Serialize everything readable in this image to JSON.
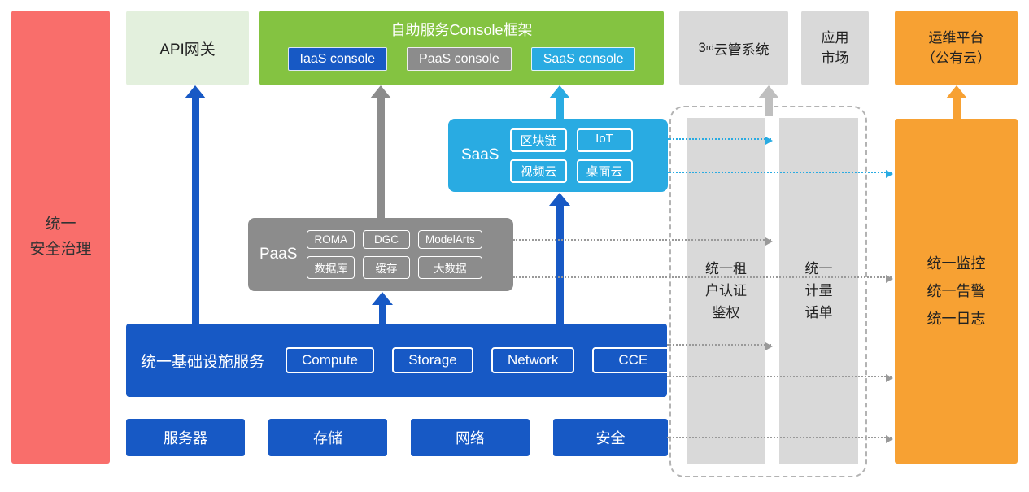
{
  "colors": {
    "blue": "#1759C5",
    "cyan": "#29ABE2",
    "green": "#84C341",
    "light_green": "#E3F0DD",
    "gray": "#8C8C8C",
    "light_gray": "#D9D9D9",
    "orange": "#F7A133",
    "red": "#F96E6B"
  },
  "security_bar": {
    "label": "统一\n安全治理"
  },
  "top_row": {
    "api_gateway": {
      "label": "API网关"
    },
    "console": {
      "title": "自助服务Console框架",
      "items": [
        {
          "label": "IaaS console"
        },
        {
          "label": "PaaS console"
        },
        {
          "label": "SaaS console"
        }
      ]
    },
    "third_party_cms": {
      "prefix": "3",
      "sup": "rd",
      "rest": "云管系统"
    },
    "app_market": {
      "label": "应用\n市场"
    },
    "om_platform": {
      "label": "运维平台\n（公有云）"
    }
  },
  "layers": {
    "saas": {
      "label": "SaaS",
      "chips": [
        "区块链",
        "IoT",
        "视频云",
        "桌面云"
      ]
    },
    "paas": {
      "label": "PaaS",
      "chips": [
        "ROMA",
        "DGC",
        "ModelArts",
        "数据库",
        "缓存",
        "大数据"
      ]
    },
    "iaas": {
      "label": "统一基础设施服务",
      "chips": [
        "Compute",
        "Storage",
        "Network",
        "CCE"
      ]
    }
  },
  "hardware_row": {
    "items": [
      "服务器",
      "存储",
      "网络",
      "安全"
    ]
  },
  "right_panel": {
    "auth": {
      "label": "统一租\n户认证\n鉴权"
    },
    "billing": {
      "label": "统一\n计量\n话单"
    },
    "monitor": {
      "label": "统一监控\n统一告警\n统一日志"
    }
  }
}
